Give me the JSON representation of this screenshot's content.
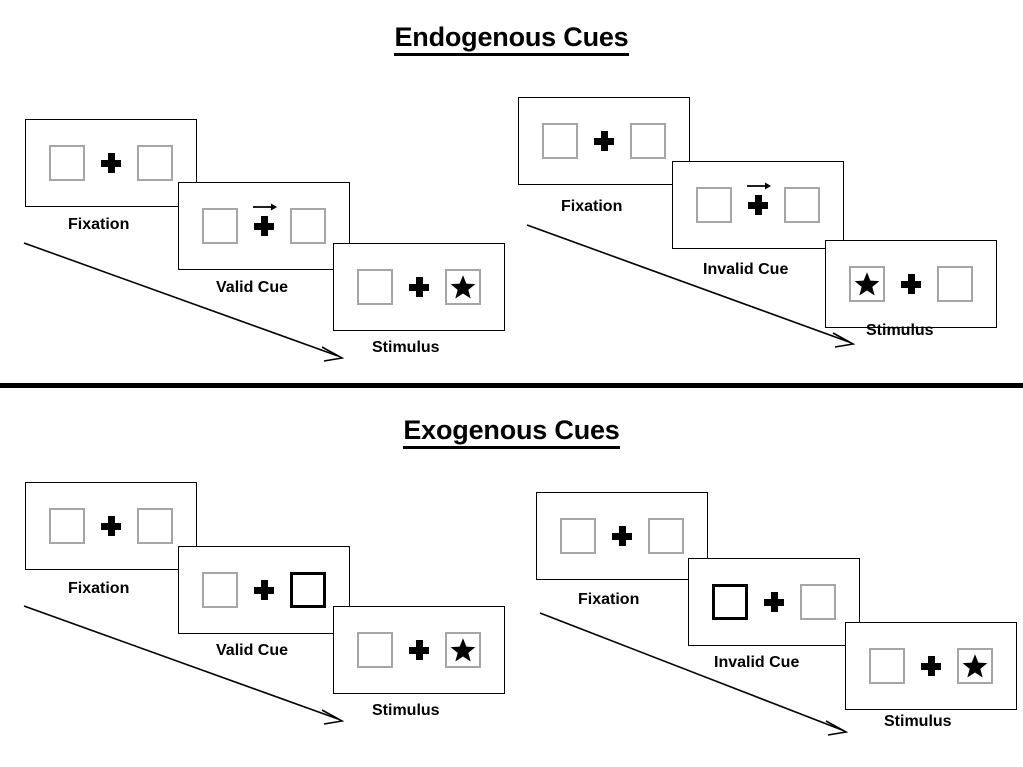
{
  "figure": {
    "sections": [
      {
        "id": "endogenous",
        "title": "Endogenous Cues",
        "cue_type": "central-arrow",
        "panels": [
          {
            "id": "endogenous-valid",
            "condition": "valid",
            "frames": [
              {
                "id": "fixation",
                "label": "Fixation",
                "left_box": "empty",
                "right_box": "empty",
                "center": "plus"
              },
              {
                "id": "cue",
                "label": "Valid Cue",
                "left_box": "empty",
                "right_box": "empty",
                "center": "plus-with-right-arrow"
              },
              {
                "id": "stimulus",
                "label": "Stimulus",
                "left_box": "empty",
                "right_box": "star",
                "center": "plus"
              }
            ]
          },
          {
            "id": "endogenous-invalid",
            "condition": "invalid",
            "frames": [
              {
                "id": "fixation",
                "label": "Fixation",
                "left_box": "empty",
                "right_box": "empty",
                "center": "plus"
              },
              {
                "id": "cue",
                "label": "Invalid Cue",
                "left_box": "empty",
                "right_box": "empty",
                "center": "plus-with-right-arrow"
              },
              {
                "id": "stimulus",
                "label": "Stimulus",
                "left_box": "star",
                "right_box": "empty",
                "center": "plus"
              }
            ]
          }
        ]
      },
      {
        "id": "exogenous",
        "title": "Exogenous Cues",
        "cue_type": "peripheral-box-flash",
        "panels": [
          {
            "id": "exogenous-valid",
            "condition": "valid",
            "frames": [
              {
                "id": "fixation",
                "label": "Fixation",
                "left_box": "empty",
                "right_box": "empty",
                "center": "plus"
              },
              {
                "id": "cue",
                "label": "Valid Cue",
                "left_box": "empty",
                "right_box": "cued",
                "center": "plus"
              },
              {
                "id": "stimulus",
                "label": "Stimulus",
                "left_box": "empty",
                "right_box": "star",
                "center": "plus"
              }
            ]
          },
          {
            "id": "exogenous-invalid",
            "condition": "invalid",
            "frames": [
              {
                "id": "fixation",
                "label": "Fixation",
                "left_box": "empty",
                "right_box": "empty",
                "center": "plus"
              },
              {
                "id": "cue",
                "label": "Invalid Cue",
                "left_box": "cued",
                "right_box": "empty",
                "center": "plus"
              },
              {
                "id": "stimulus",
                "label": "Stimulus",
                "left_box": "empty",
                "right_box": "star",
                "center": "plus"
              }
            ]
          }
        ]
      }
    ],
    "colors": {
      "background": "#ffffff",
      "ink": "#000000",
      "placeholder_box_border": "#a6a6a6",
      "cued_box_border": "#000000",
      "frame_border": "#000000"
    }
  }
}
